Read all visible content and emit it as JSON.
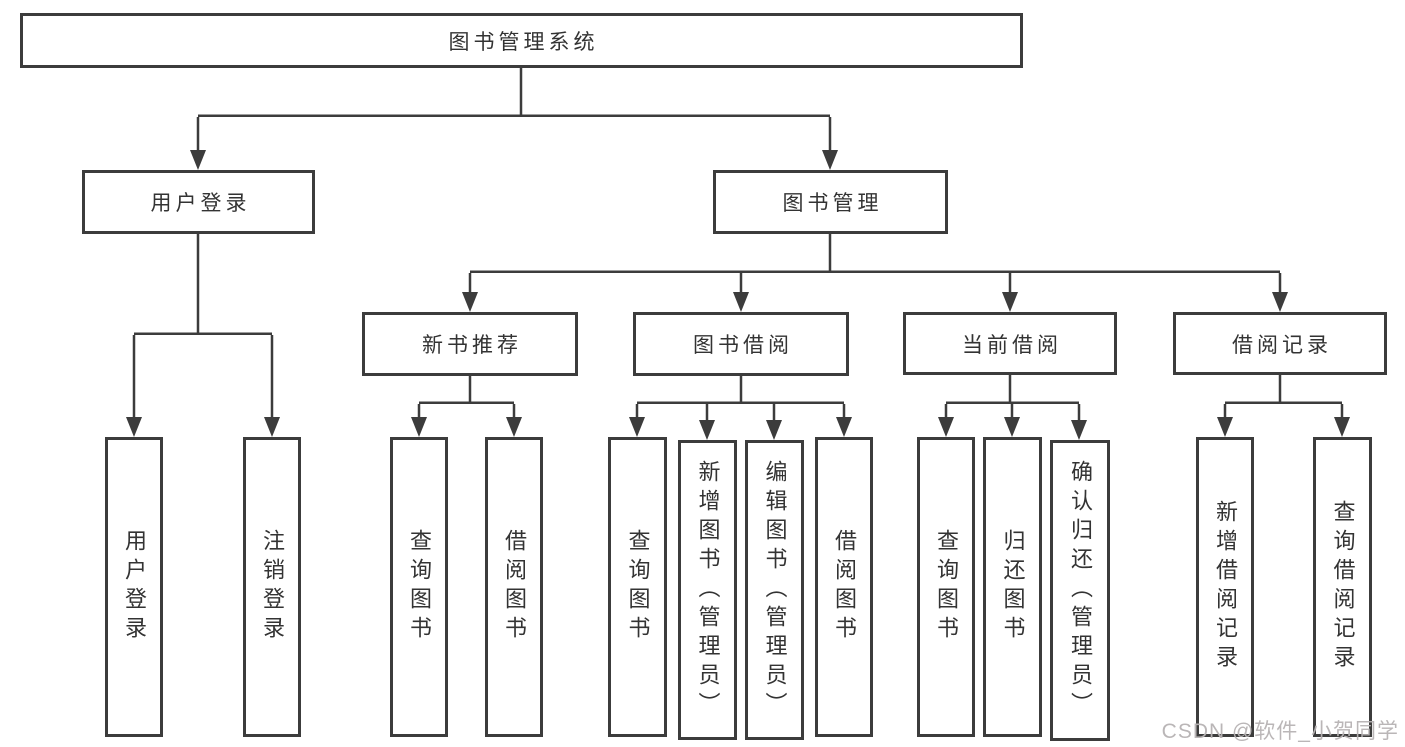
{
  "diagram": {
    "root": "图书管理系统",
    "branches": [
      {
        "label": "用户登录",
        "children": [
          "用户登录",
          "注销登录"
        ]
      },
      {
        "label": "图书管理",
        "modules": [
          {
            "label": "新书推荐",
            "children": [
              "查询图书",
              "借阅图书"
            ]
          },
          {
            "label": "图书借阅",
            "children": [
              "查询图书",
              "新增图书（管理员）",
              "编辑图书（管理员）",
              "借阅图书"
            ]
          },
          {
            "label": "当前借阅",
            "children": [
              "查询图书",
              "归还图书",
              "确认归还（管理员）"
            ]
          },
          {
            "label": "借阅记录",
            "children": [
              "新增借阅记录",
              "查询借阅记录"
            ]
          }
        ]
      }
    ]
  },
  "watermark": "CSDN @软件_小贺同学",
  "colors": {
    "line": "#3c3c3c",
    "text": "#333333",
    "background": "#ffffff",
    "watermark": "#b7b3b4"
  }
}
